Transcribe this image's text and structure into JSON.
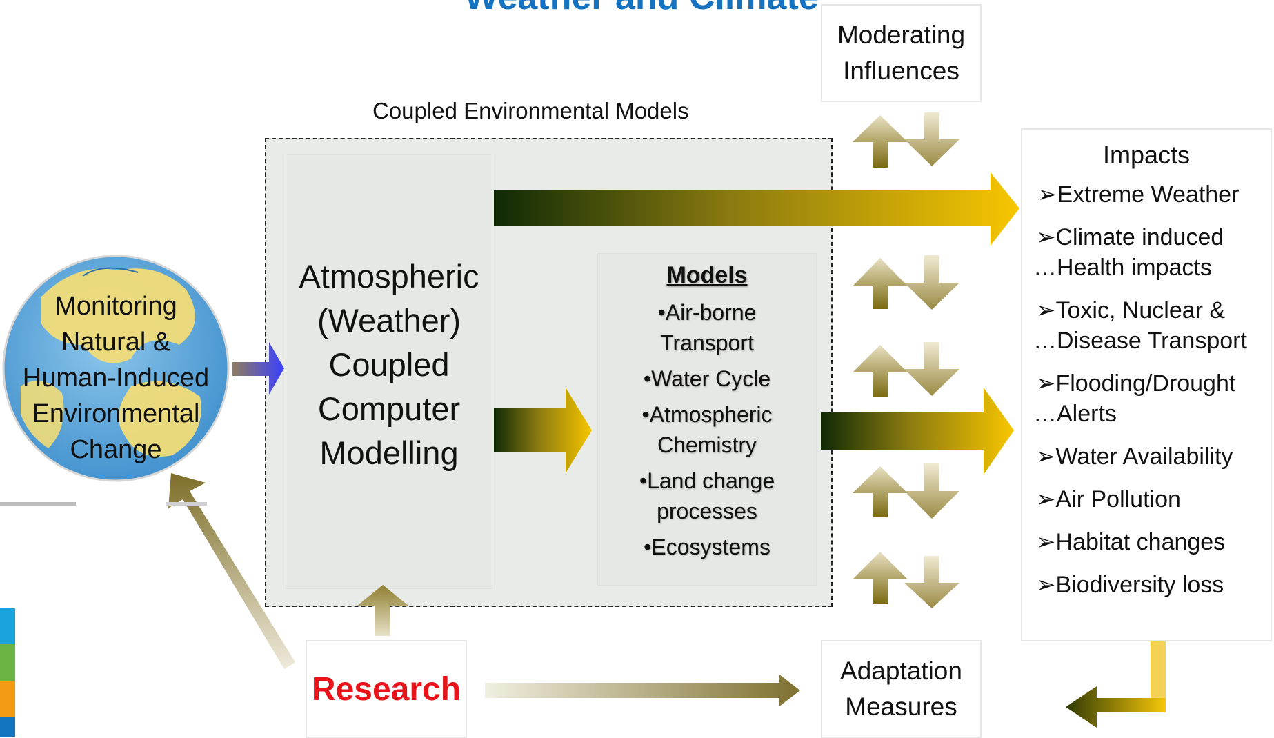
{
  "title": "Weather and Climate",
  "moderating": {
    "line1": "Moderating",
    "line2": "Influences"
  },
  "coupled_label": "Coupled Environmental Models",
  "atmos": {
    "l1": "Atmospheric",
    "l2": "(Weather)",
    "l3": "Coupled",
    "l4": "Computer",
    "l5": "Modelling"
  },
  "models": {
    "heading": "Models",
    "items": [
      {
        "a": "•Air-borne",
        "b": "Transport"
      },
      {
        "a": "•Water Cycle",
        "b": ""
      },
      {
        "a": "•Atmospheric",
        "b": "Chemistry"
      },
      {
        "a": "•Land change",
        "b": "processes"
      },
      {
        "a": "•Ecosystems",
        "b": ""
      }
    ]
  },
  "globe": {
    "l1": "Monitoring",
    "l2": "Natural &",
    "l3": "Human-Induced",
    "l4": "Environmental",
    "l5": "Change"
  },
  "impacts": {
    "title": "Impacts",
    "items": [
      {
        "a": "➢Extreme Weather",
        "b": ""
      },
      {
        "a": "➢Climate induced",
        "b": "…Health impacts"
      },
      {
        "a": "➢Toxic, Nuclear &",
        "b": "…Disease Transport"
      },
      {
        "a": "➢Flooding/Drought",
        "b": "…Alerts"
      },
      {
        "a": "➢Water Availability",
        "b": ""
      },
      {
        "a": "➢Air Pollution",
        "b": ""
      },
      {
        "a": "➢Habitat changes",
        "b": ""
      },
      {
        "a": "➢Biodiversity loss",
        "b": ""
      }
    ]
  },
  "research": "Research",
  "adaptation": {
    "line1": "Adaptation",
    "line2": "Measures"
  },
  "colors": {
    "title": "#1572c1",
    "research": "#e8141a",
    "arrow_dark": "#0f2a06",
    "arrow_gold": "#f7c600",
    "globe_ocean": "#5aa6d8"
  }
}
